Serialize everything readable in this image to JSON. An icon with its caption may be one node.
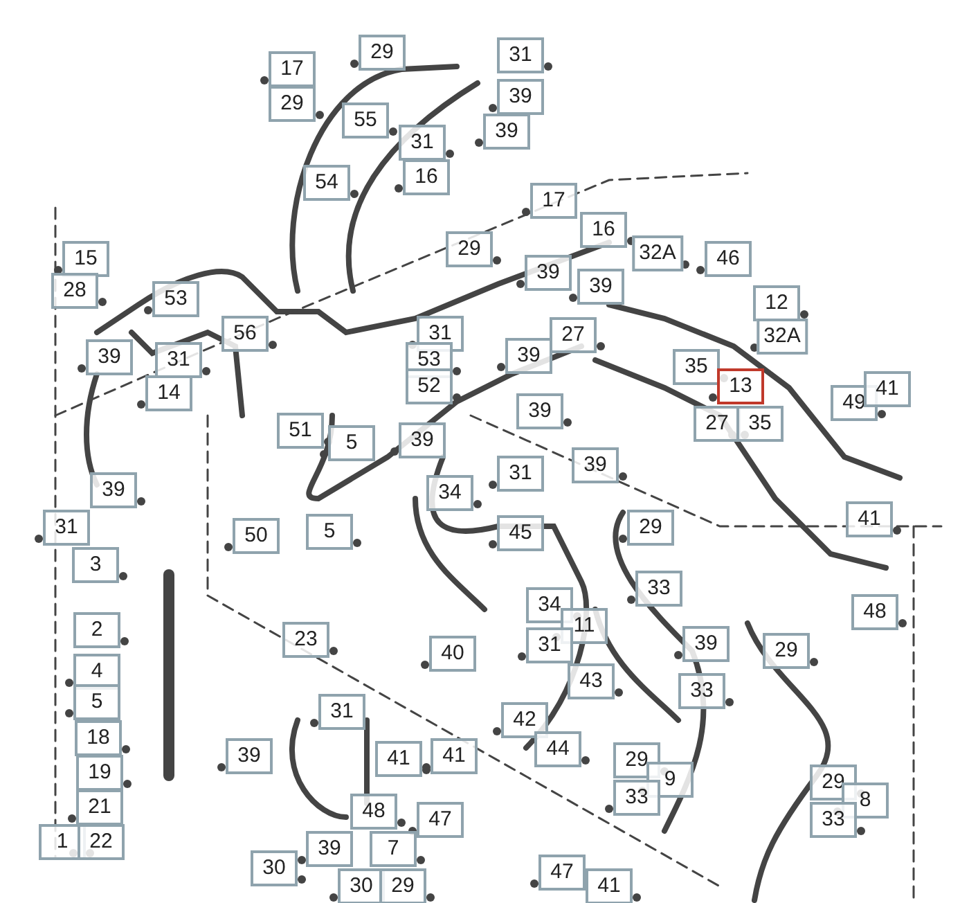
{
  "diagram": {
    "labels": [
      "29",
      "31",
      "17",
      "29",
      "39",
      "55",
      "39",
      "31",
      "16",
      "54",
      "17",
      "16",
      "15",
      "29",
      "46",
      "32A",
      "39",
      "28",
      "53",
      "12",
      "39",
      "56",
      "31",
      "27",
      "32A",
      "53",
      "39",
      "31",
      "39",
      "35",
      "13",
      "52",
      "14",
      "49",
      "41",
      "27",
      "35",
      "39",
      "5",
      "51",
      "39",
      "39",
      "31",
      "34",
      "31",
      "39",
      "50",
      "5",
      "45",
      "41",
      "29",
      "3",
      "33",
      "34",
      "11",
      "2",
      "31",
      "23",
      "40",
      "48",
      "39",
      "29",
      "4",
      "43",
      "5",
      "33",
      "42",
      "44",
      "31",
      "18",
      "39",
      "41",
      "41",
      "29",
      "9",
      "19",
      "33",
      "29",
      "8",
      "33",
      "21",
      "48",
      "47",
      "1",
      "22",
      "30",
      "39",
      "7",
      "30",
      "29",
      "47",
      "41"
    ]
  }
}
